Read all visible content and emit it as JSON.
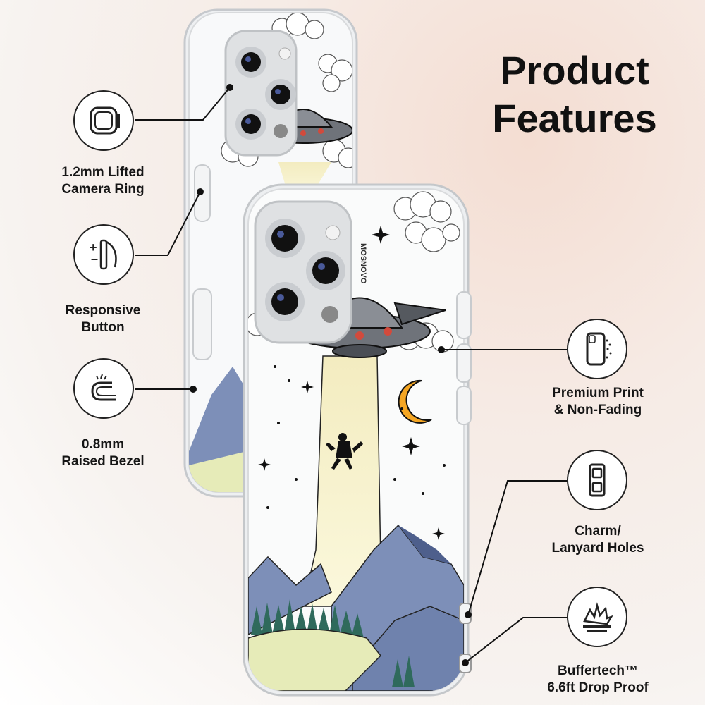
{
  "title_line1": "Product",
  "title_line2": "Features",
  "brand_text": "MOSNOVO",
  "features": [
    {
      "label": "1.2mm Lifted\nCamera Ring",
      "icon": "camera-ring-icon"
    },
    {
      "label": "Responsive\nButton",
      "icon": "button-icon"
    },
    {
      "label": "0.8mm\nRaised Bezel",
      "icon": "bezel-icon"
    },
    {
      "label": "Premium Print\n& Non-Fading",
      "icon": "print-phone-icon"
    },
    {
      "label": "Charm/\nLanyard Holes",
      "icon": "lanyard-hole-icon"
    },
    {
      "label": "Buffertech™\n6.6ft Drop Proof",
      "icon": "shockwave-icon"
    }
  ],
  "colors": {
    "moon": "#f5a623",
    "beam": "#f6f1c2",
    "mountain": "#7d8fb8",
    "mountain_dark": "#4e5f8c",
    "meadow": "#e6ebb8",
    "trees": "#2f6a5c",
    "ufo": "#6f737a",
    "outline": "#111111"
  }
}
